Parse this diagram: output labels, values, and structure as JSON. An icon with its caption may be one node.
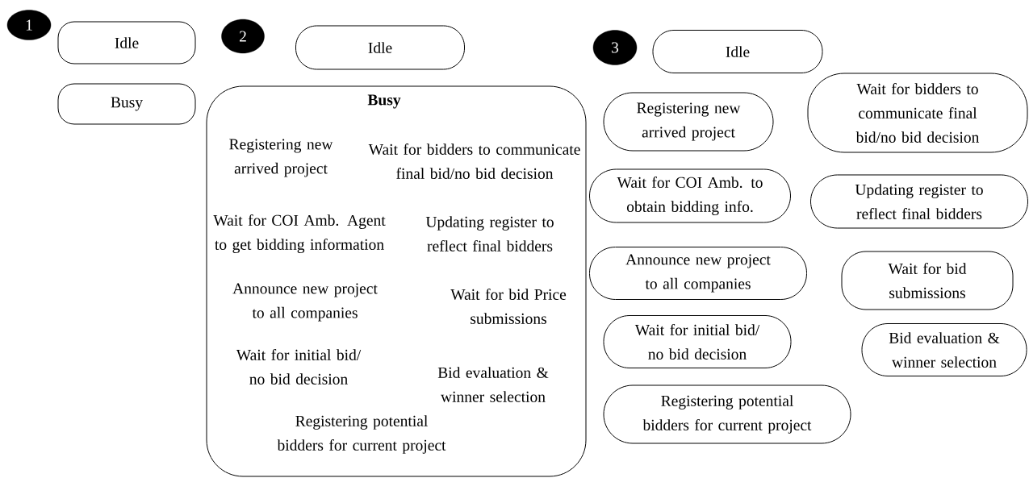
{
  "diagram": {
    "nodes": [
      {
        "text": [
          "1"
        ]
      },
      {
        "text": [
          "Idle"
        ]
      },
      {
        "text": [
          "Busy"
        ]
      },
      {
        "text": [
          "2"
        ]
      },
      {
        "text": [
          "Idle"
        ]
      },
      {
        "text": [
          "Busy",
          "Registering new arrived project",
          "Wait for bidders to communicate final bid/no bid decision",
          "Wait for COI Amb. Agent to get bidding information",
          "Updating register to reflect final bidders",
          "Announce new project to all companies",
          "Wait for bid Price submissions",
          "Wait for initial bid/ no bid decision",
          "Bid evaluation & winner selection",
          "Registering potential bidders for current project"
        ]
      },
      {
        "text": [
          "3"
        ]
      },
      {
        "text": [
          "Idle"
        ]
      },
      {
        "text": [
          "Registering new arrived project"
        ]
      },
      {
        "text": [
          "Wait for bidders to communicate final bid/no bid decision"
        ]
      },
      {
        "text": [
          "Wait for COI Amb. to obtain bidding info."
        ]
      },
      {
        "text": [
          "Updating register to reflect final bidders"
        ]
      },
      {
        "text": [
          "Announce new project to all companies"
        ]
      },
      {
        "text": [
          "Wait for bid submissions"
        ]
      },
      {
        "text": [
          "Wait for initial bid/ no bid decision"
        ]
      },
      {
        "text": [
          "Bid evaluation & winner selection"
        ]
      },
      {
        "text": [
          "Registering potential bidders for current project"
        ]
      }
    ]
  }
}
